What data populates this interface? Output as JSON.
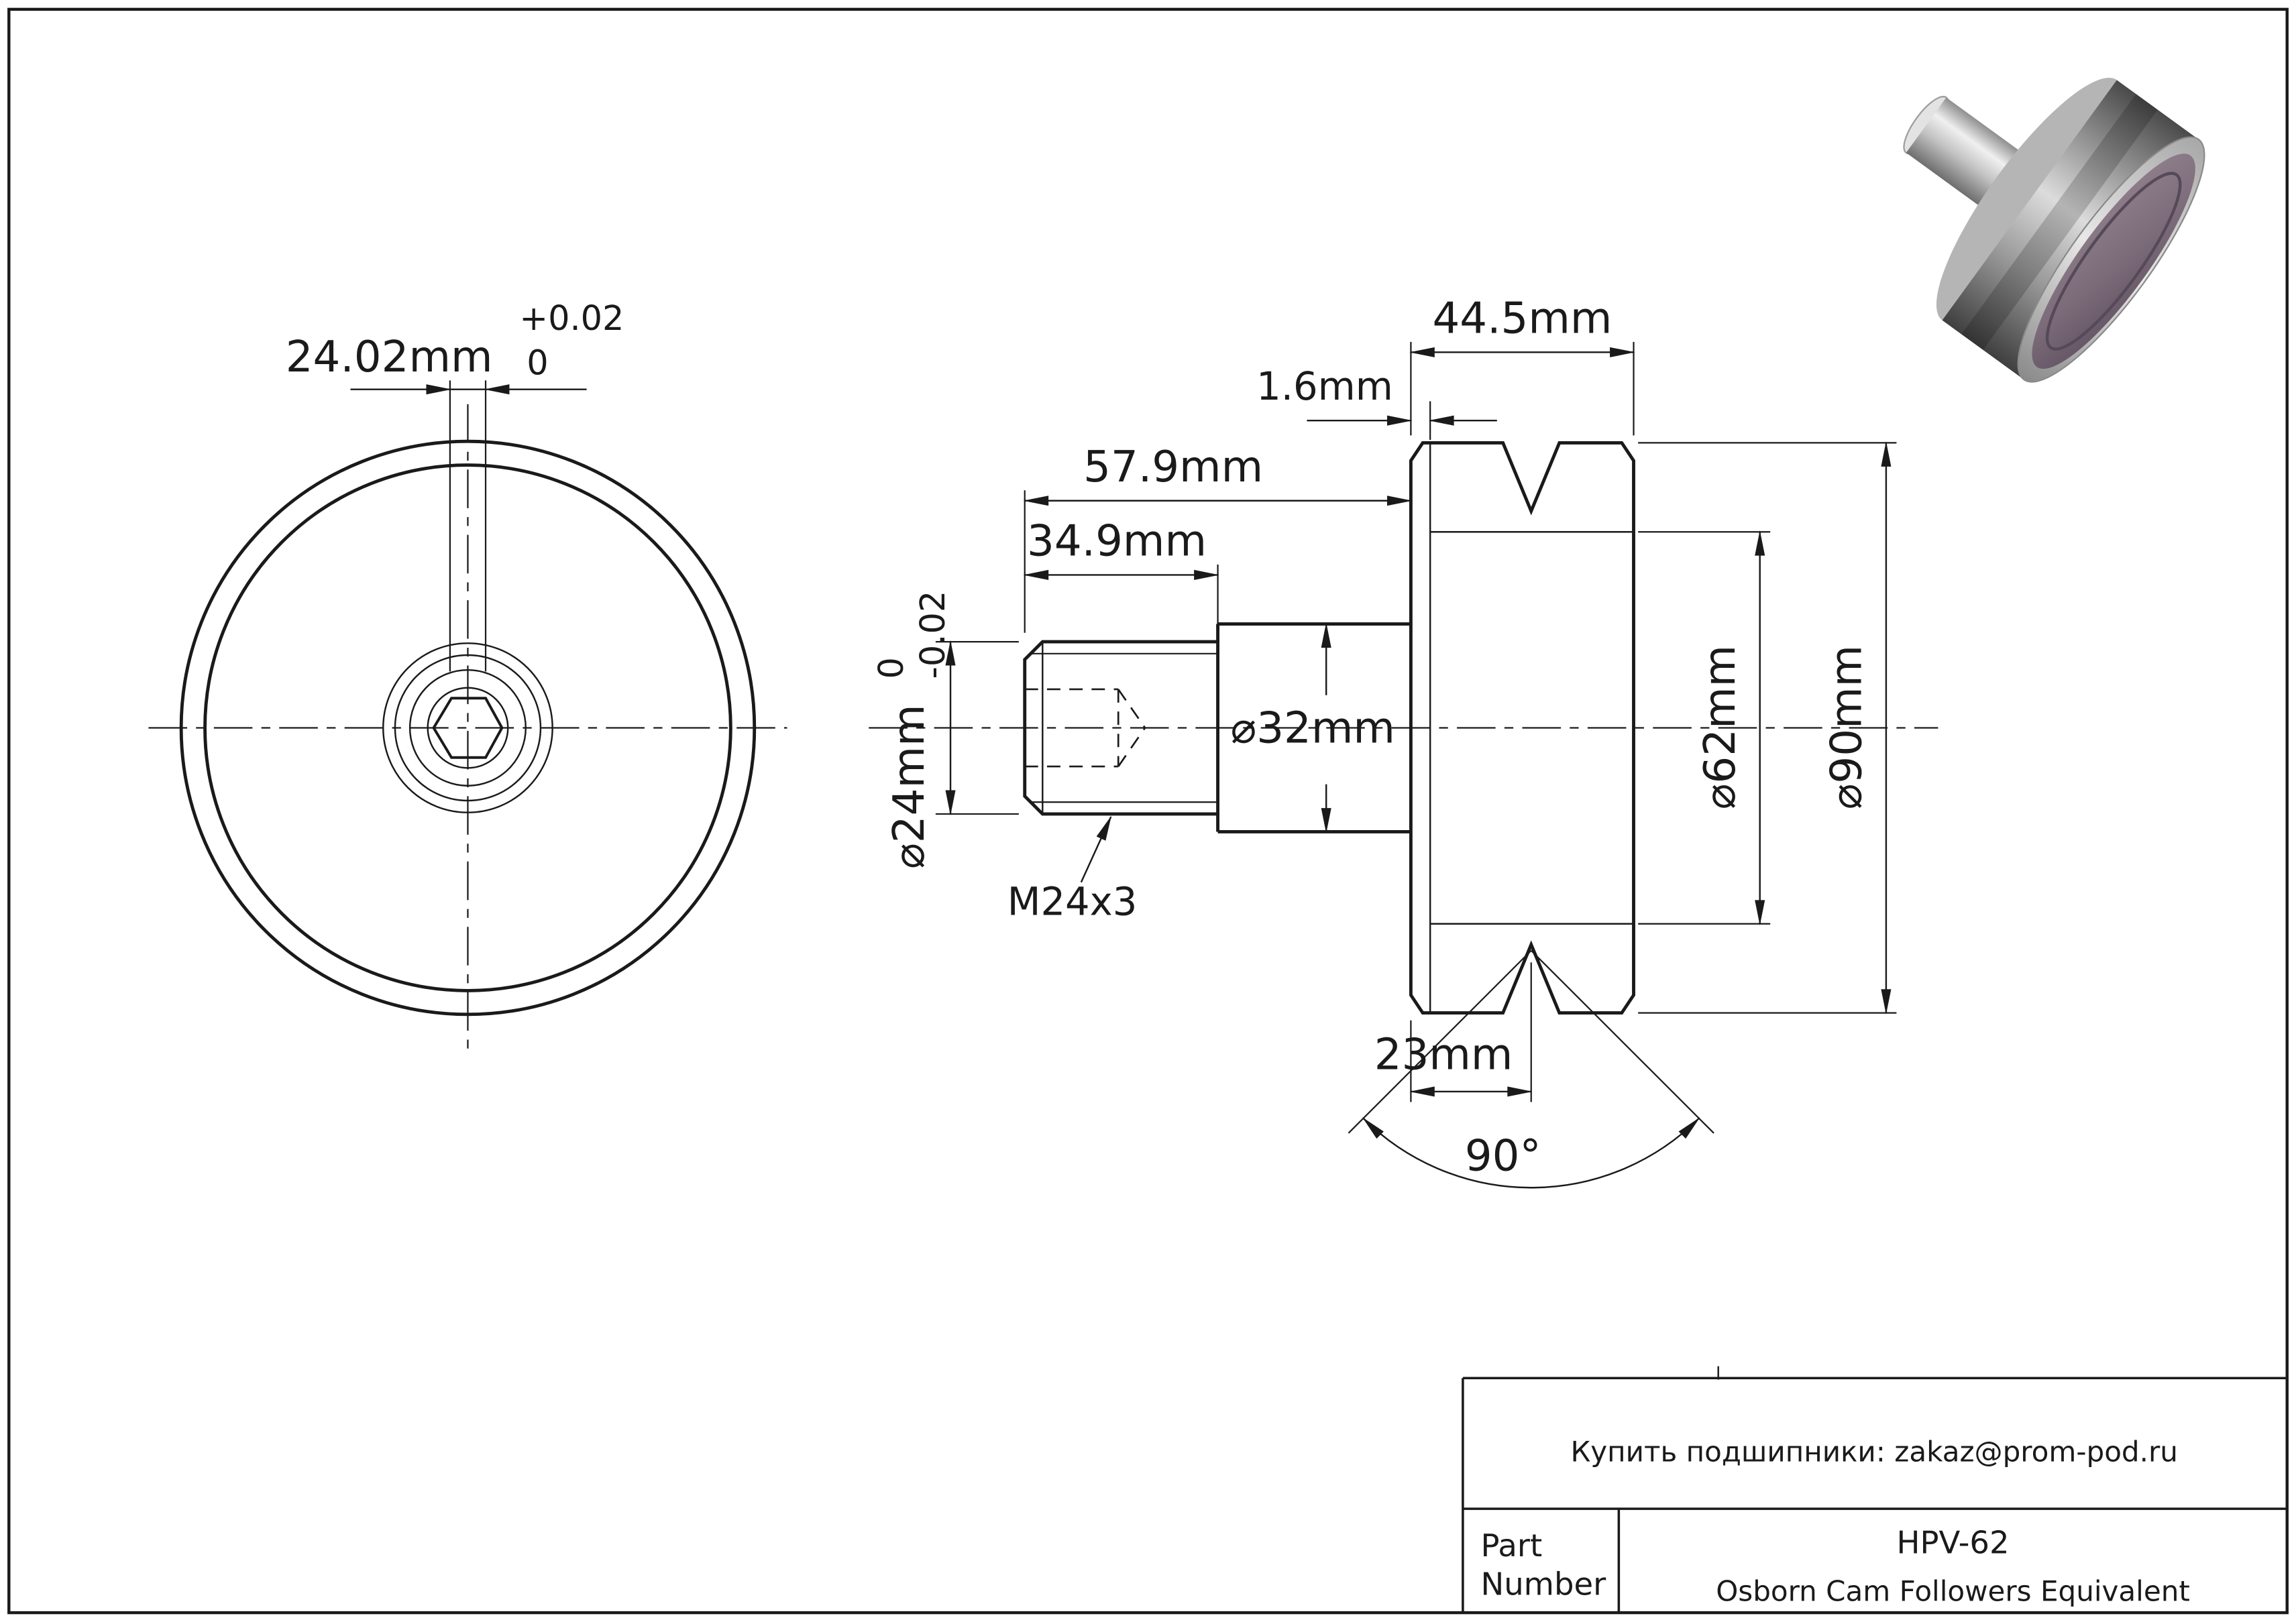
{
  "drawing": {
    "front_view": {
      "bore_dim": "24.02mm",
      "bore_tol_upper": "+0.02",
      "bore_tol_lower": "0"
    },
    "side_view": {
      "roller_width": "44.5mm",
      "end_gap": "1.6mm",
      "stud_length_total": "57.9mm",
      "thread_length": "34.9mm",
      "stud_diameter": "⌀24mm",
      "stud_tol_upper": "0",
      "stud_tol_lower": "-0.02",
      "pilot_diameter": "⌀32mm",
      "hub_diameter": "⌀62mm",
      "roller_diameter": "⌀90mm",
      "thread_spec": "M24x3",
      "groove_center": "23mm",
      "groove_angle": "90°"
    },
    "title_block": {
      "contact": "Купить подшипники: zakaz@prom-pod.ru",
      "part_label_line1": "Part",
      "part_label_line2": "Number",
      "part_number": "HPV-62",
      "description": "Osborn Cam Followers Equivalent"
    },
    "colors": {
      "line": "#1a1a1a",
      "background": "#ffffff",
      "render_face": "#7b6b79",
      "render_metal": "#c8c8c8"
    }
  }
}
